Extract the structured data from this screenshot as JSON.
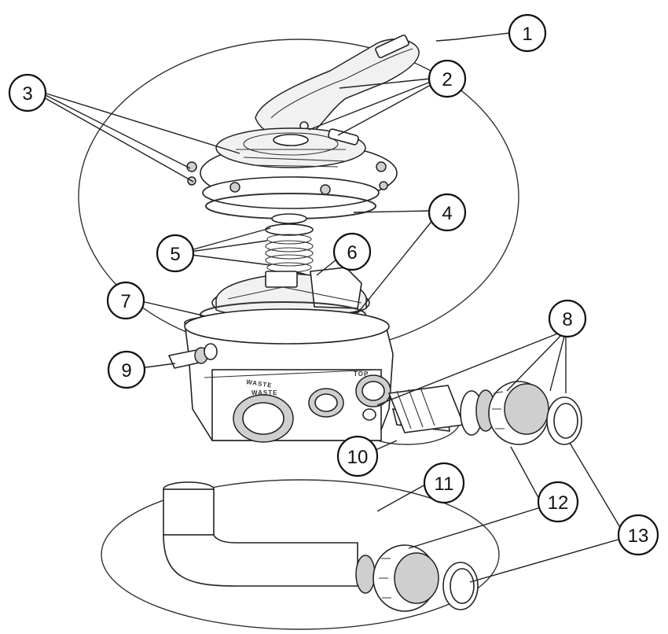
{
  "callouts": [
    {
      "id": "c1",
      "label": "1"
    },
    {
      "id": "c2",
      "label": "2"
    },
    {
      "id": "c3",
      "label": "3"
    },
    {
      "id": "c4",
      "label": "4"
    },
    {
      "id": "c5",
      "label": "5"
    },
    {
      "id": "c6",
      "label": "6"
    },
    {
      "id": "c7",
      "label": "7"
    },
    {
      "id": "c8",
      "label": "8"
    },
    {
      "id": "c9",
      "label": "9"
    },
    {
      "id": "c10",
      "label": "10"
    },
    {
      "id": "c11",
      "label": "11"
    },
    {
      "id": "c12",
      "label": "12"
    },
    {
      "id": "c13",
      "label": "13"
    }
  ],
  "body_markings": {
    "waste_upper": "WASTE",
    "waste_lower": "WASTE",
    "top": "TOP"
  }
}
